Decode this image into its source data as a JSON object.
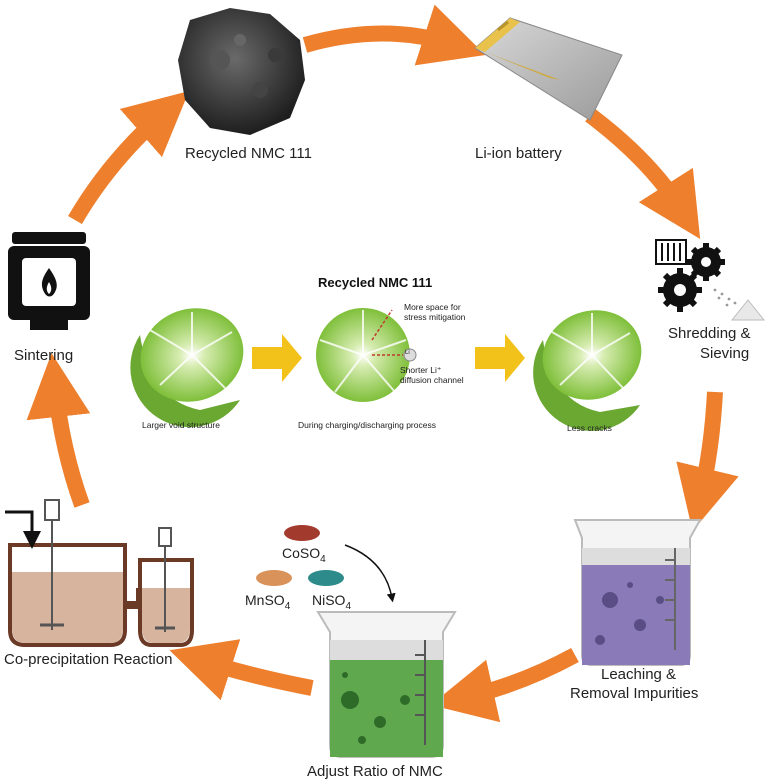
{
  "cycle": {
    "recycled_nmc": "Recycled NMC 111",
    "li_ion_battery": "Li-ion battery",
    "shredding_line1": "Shredding &",
    "shredding_line2": "Sieving",
    "leaching_line1": "Leaching &",
    "leaching_line2": "Removal Impurities",
    "adjust_ratio": "Adjust Ratio of NMC",
    "coprecipitation": "Co-precipitation Reaction",
    "sintering": "Sintering"
  },
  "center": {
    "title": "Recycled NMC 111",
    "larger_void": "Larger void structure",
    "during_cycling": "During charging/discharging process",
    "less_cracks": "Less cracks",
    "more_space_line1": "More space for",
    "more_space_line2": "stress mitigation",
    "shorter_line1": "Shorter Li⁺",
    "shorter_line2": "diffusion channel",
    "li_symbol": "Li"
  },
  "chemicals": {
    "coso4": "CoSO",
    "mnso4": "MnSO",
    "niso4": "NiSO",
    "subscript": "4"
  },
  "colors": {
    "arrow_orange": "#EE7F2D",
    "yellow_arrow": "#F2C21B",
    "sphere_green": "#8CC63F",
    "leach_purple": "#8A7BB8",
    "adjust_green": "#5FA84E",
    "reactor_brown": "#6B3A26",
    "slurry": "#D7B49E",
    "co_color": "#A23A2E",
    "mn_color": "#D9925A",
    "ni_color": "#2E8B8B"
  }
}
